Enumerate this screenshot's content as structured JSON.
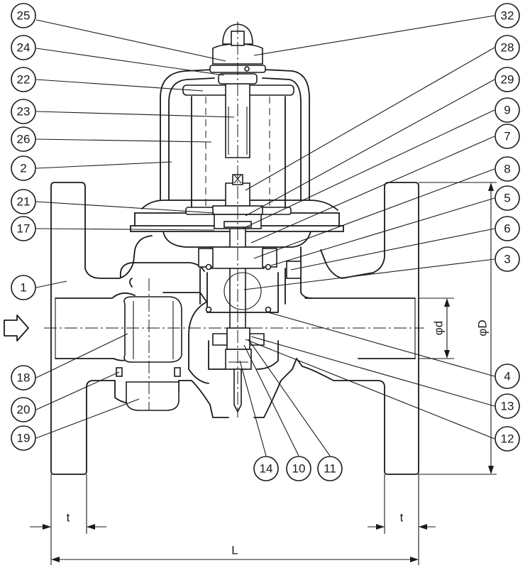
{
  "balloons": {
    "b25": "25",
    "b24": "24",
    "b22": "22",
    "b23": "23",
    "b26": "26",
    "b2": "2",
    "b21": "21",
    "b17": "17",
    "b1": "1",
    "b18": "18",
    "b20": "20",
    "b19": "19",
    "b32": "32",
    "b28": "28",
    "b29": "29",
    "b9": "9",
    "b7": "7",
    "b8": "8",
    "b5": "5",
    "b6": "6",
    "b3": "3",
    "b4": "4",
    "b13": "13",
    "b12": "12",
    "b14": "14",
    "b10": "10",
    "b11": "11"
  },
  "dimensions": {
    "bore": "φd",
    "flange_diameter": "φD",
    "flange_thickness_left": "t",
    "flange_thickness_right": "t",
    "face_to_face": "L"
  },
  "icons": {
    "flow_direction": "flow-arrow-icon"
  }
}
